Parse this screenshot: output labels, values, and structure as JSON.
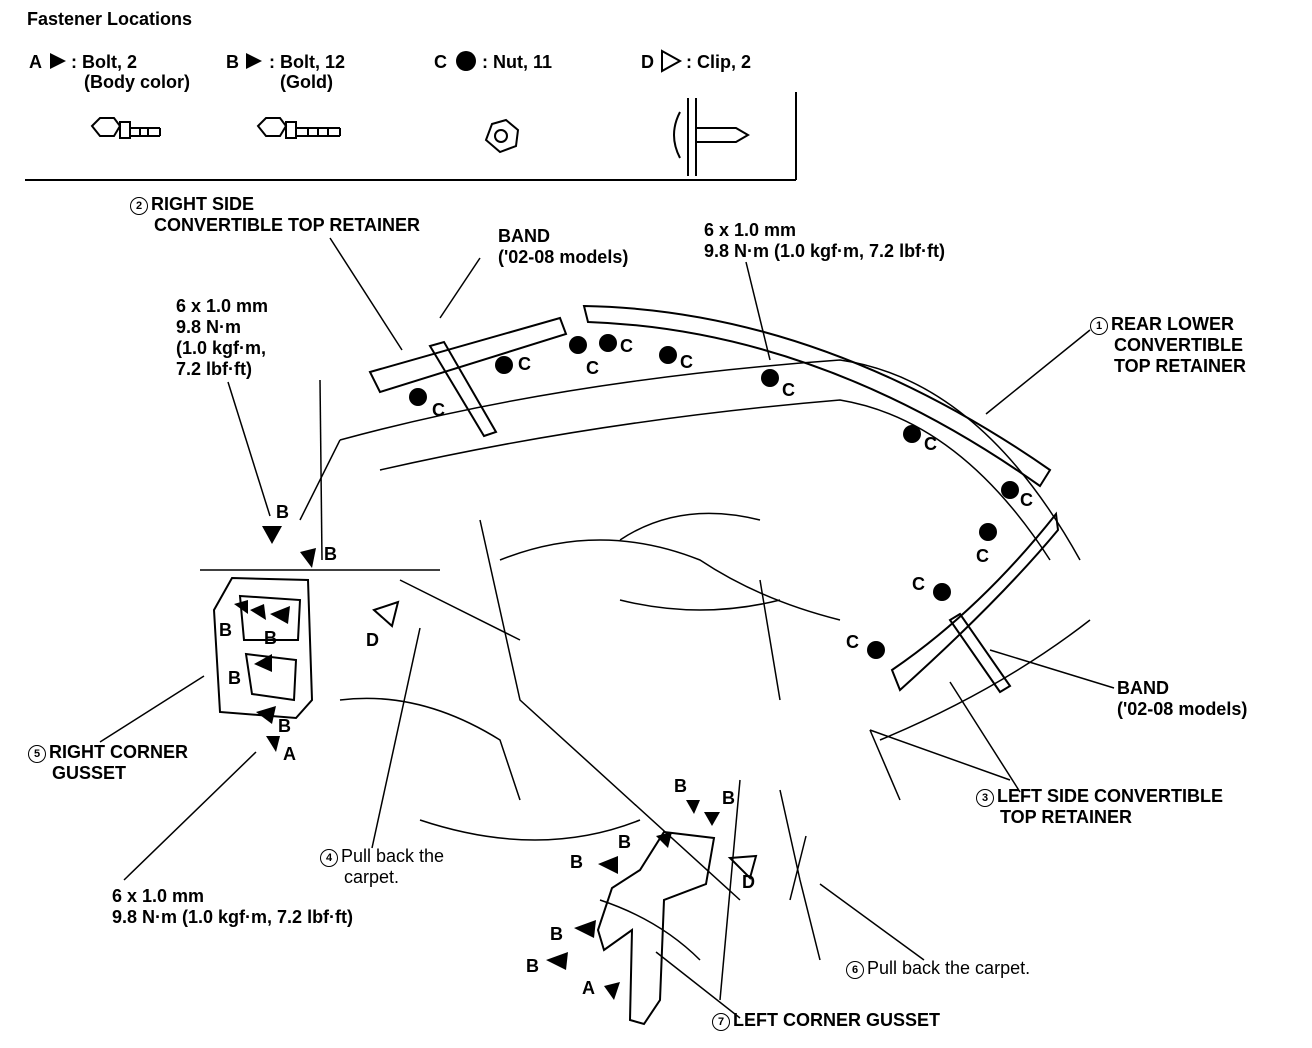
{
  "title": "Fastener Locations",
  "legend": [
    {
      "letter": "A",
      "line1": ": Bolt, 2",
      "line2": "(Body color)"
    },
    {
      "letter": "B",
      "line1": ": Bolt, 12",
      "line2": "(Gold)"
    },
    {
      "letter": "C",
      "line1": ": Nut, 11",
      "line2": ""
    },
    {
      "letter": "D",
      "line1": ": Clip, 2",
      "line2": ""
    }
  ],
  "callouts": {
    "c2": {
      "num": "2",
      "line1": "RIGHT SIDE",
      "line2": "CONVERTIBLE TOP RETAINER"
    },
    "band_top": {
      "line1": "BAND",
      "line2": "('02-08 models)"
    },
    "torque_top": {
      "line1": "6 x 1.0 mm",
      "line2": "9.8 N·m (1.0 kgf·m, 7.2 lbf·ft)"
    },
    "c1": {
      "num": "1",
      "line1": "REAR LOWER",
      "line2": "CONVERTIBLE",
      "line3": "TOP RETAINER"
    },
    "torque_left": {
      "line1": "6 x 1.0 mm",
      "line2": "9.8 N·m",
      "line3": "(1.0 kgf·m,",
      "line4": "7.2 lbf·ft)"
    },
    "band_right": {
      "line1": "BAND",
      "line2": "('02-08 models)"
    },
    "c5": {
      "num": "5",
      "line1": "RIGHT CORNER",
      "line2": "GUSSET"
    },
    "c3": {
      "num": "3",
      "line1": "LEFT SIDE CONVERTIBLE",
      "line2": "TOP RETAINER"
    },
    "c4": {
      "num": "4",
      "line1": "Pull back the",
      "line2": "carpet."
    },
    "torque_bottom": {
      "line1": "6 x 1.0 mm",
      "line2": "9.8 N·m (1.0 kgf·m, 7.2 lbf·ft)"
    },
    "c6": {
      "num": "6",
      "line1": "Pull back the carpet."
    },
    "c7": {
      "num": "7",
      "line1": "LEFT CORNER GUSSET"
    }
  },
  "letters": {
    "a": "A",
    "b": "B",
    "c": "C",
    "d": "D"
  }
}
